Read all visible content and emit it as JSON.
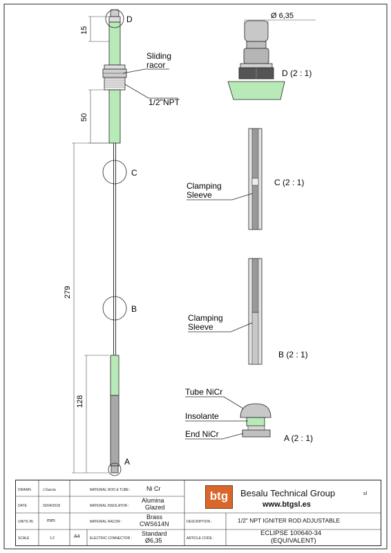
{
  "drawing": {
    "dimensions": {
      "d15": "15",
      "d50": "50",
      "d279": "279",
      "d128": "128",
      "phi": "Ø 6,35"
    },
    "labels": {
      "sliding_line1": "Sliding",
      "sliding_line2": "racor",
      "npt": "1/2\"NPT",
      "detail_a": "A",
      "detail_b": "B",
      "detail_c": "C",
      "detail_d": "D",
      "view_d": "D  (2 : 1)",
      "view_c": "C  (2 : 1)",
      "view_b": "B  (2 : 1)",
      "view_a": "A  (2 : 1)",
      "clamping_c_1": "Clamping",
      "clamping_c_2": "Sleeve",
      "clamping_b_1": "Clamping",
      "clamping_b_2": "Sleeve",
      "tube_nicr": "Tube NiCr",
      "insolante": "Insolante",
      "end_nicr": "End NiCr"
    },
    "colors": {
      "insulator": "#b8eab8",
      "metal": "#9a9a9a",
      "line": "#222222"
    }
  },
  "title_block": {
    "drawn_label": "DRAWN",
    "drawn_value": "J.Garcia",
    "date_label": "DATE",
    "date_value": "03/04/2018",
    "units_label": "UNITS IN:",
    "units_value": "mm",
    "scale_label": "SCALE",
    "scale_value": "1:2",
    "sheet_size": "A4",
    "mat_rod_label": "MATERIAL ROD & TUBE :",
    "mat_rod_value": "Ni Cr",
    "mat_ins_label": "MATERIAL INSOLATOR :",
    "mat_ins_value_1": "Alumina",
    "mat_ins_value_2": "Glazed",
    "mat_racor_label": "MATERIAL RACOR :",
    "mat_racor_value_1": "Brass",
    "mat_racor_value_2": "CWS614N",
    "connector_label": "ELECTRIC CONNECTOR :",
    "connector_value_1": "Standard",
    "connector_value_2": "Ø6,35",
    "logo_text": "btg",
    "company_name": "Besalu Technical Group",
    "company_suffix": "sl",
    "website": "www.btgsl.es",
    "description_label": "DESCRIPTION :",
    "description_value": "1/2\" NPT IGNITER ROD ADJUSTABLE",
    "article_label": "ARTICLE CODE :",
    "article_value_1": "ECLIPSE 100640-34",
    "article_value_2": "(EQUIVALENT)",
    "brand_color": "#d9662a"
  }
}
